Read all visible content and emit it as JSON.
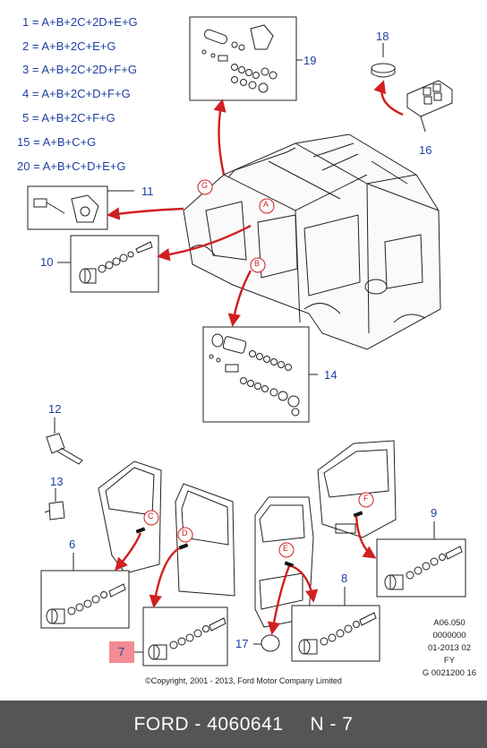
{
  "legend": [
    {
      "key": "1",
      "formula": "A+B+2C+2D+E+G"
    },
    {
      "key": "2",
      "formula": "A+B+2C+E+G"
    },
    {
      "key": "3",
      "formula": "A+B+2C+2D+F+G"
    },
    {
      "key": "4",
      "formula": "A+B+2C+D+F+G"
    },
    {
      "key": "5",
      "formula": "A+B+2C+F+G"
    },
    {
      "key": "15",
      "formula": "A+B+C+G"
    },
    {
      "key": "20",
      "formula": "A+B+C+D+E+G"
    }
  ],
  "callouts": {
    "c6": "6",
    "c7": "7",
    "c8": "8",
    "c9": "9",
    "c10": "10",
    "c11": "11",
    "c12": "12",
    "c13": "13",
    "c14": "14",
    "c16": "16",
    "c17": "17",
    "c18": "18",
    "c19": "19"
  },
  "location_markers": {
    "a": "A",
    "b": "B",
    "c": "C",
    "d": "D",
    "e": "E",
    "f": "F",
    "g": "G"
  },
  "reference": {
    "line1": "A06.050",
    "line2": "0000000",
    "line3": "01-2013 02",
    "line4": "FY",
    "line5": "G 0021200 16"
  },
  "copyright": "©Copyright, 2001 - 2013, Ford Motor Company Limited",
  "footer": {
    "brand_part": "FORD - 4060641",
    "page": "N - 7"
  },
  "colors": {
    "callout_text": "#1f3fa0",
    "arrow": "#d02020",
    "highlight": "#f28b95",
    "footer_bg": "#555555"
  }
}
